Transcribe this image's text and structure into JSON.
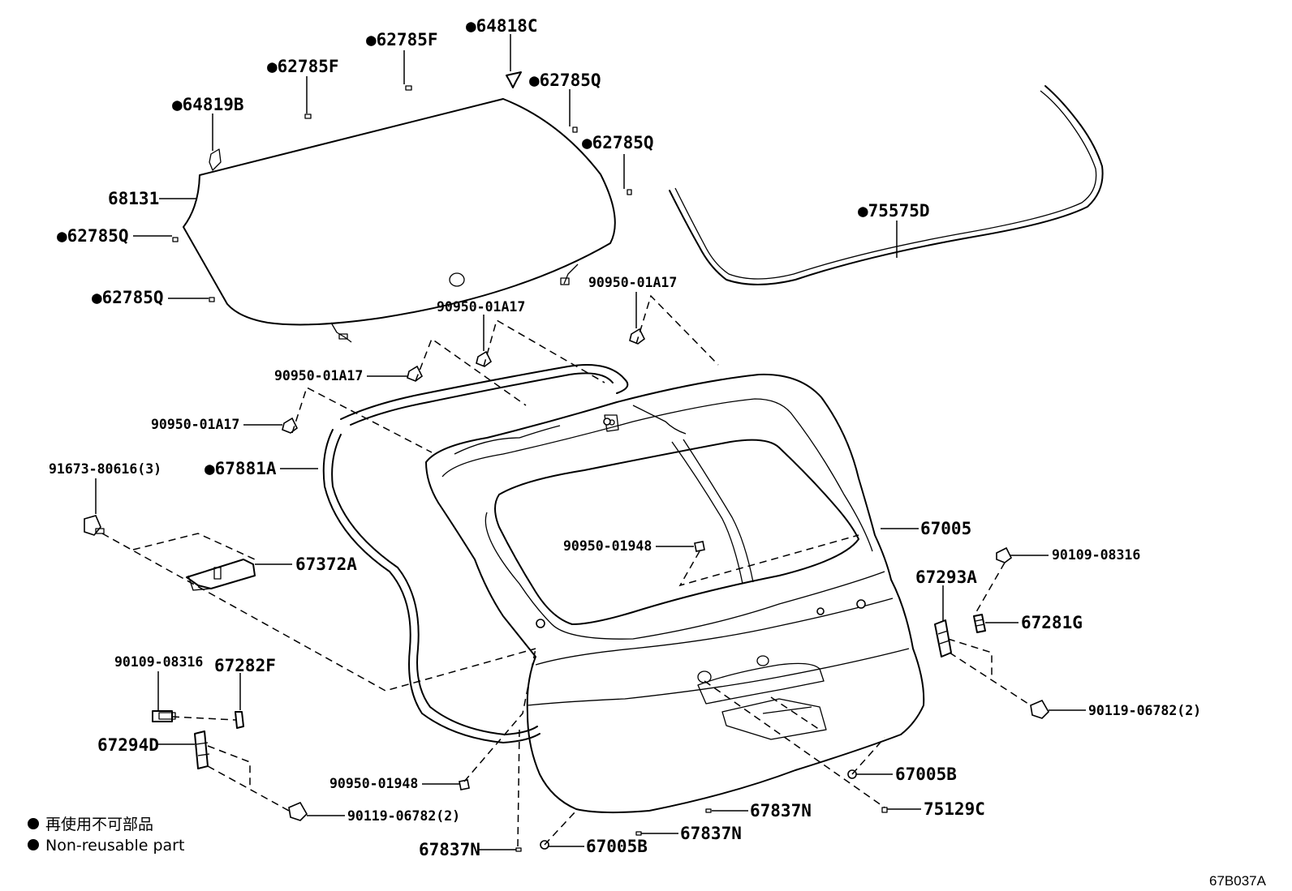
{
  "colors": {
    "line": "#000000",
    "background": "#ffffff"
  },
  "icons": {
    "non_reusable_marker": "filled-circle"
  },
  "labels": {
    "p64818C": "●64818C",
    "p62785F_a": "●62785F",
    "p62785F_b": "●62785F",
    "p62785Q_a": "●62785Q",
    "p62785Q_b": "●62785Q",
    "p64819B": "●64819B",
    "p68131": "68131",
    "p62785Q_c": "●62785Q",
    "p62785Q_d": "●62785Q",
    "p75575D": "●75575D",
    "p90950_01A17_a": "90950-01A17",
    "p90950_01A17_b": "90950-01A17",
    "p90950_01A17_c": "90950-01A17",
    "p90950_01A17_d": "90950-01A17",
    "p91673_80616": "91673-80616(3)",
    "p67881A": "●67881A",
    "p67372A": "67372A",
    "p67005": "67005",
    "p90950_01948_a": "90950-01948",
    "p90109_08316_a": "90109-08316",
    "p67293A": "67293A",
    "p67281G": "67281G",
    "p90109_08316_b": "90109-08316",
    "p67282F": "67282F",
    "p90119_06782_a": "90119-06782(2)",
    "p67294D": "67294D",
    "p67005B_a": "67005B",
    "p90950_01948_b": "90950-01948",
    "p67837N_a": "67837N",
    "p75129C": "75129C",
    "p90119_06782_b": "90119-06782(2)",
    "p67837N_b": "67837N",
    "p67837N_c": "67837N",
    "p67005B_b": "67005B"
  },
  "legend": {
    "non_reusable_jp": "再使用不可部品",
    "non_reusable_en": "Non-reusable part"
  },
  "diagram_code": "67B037A"
}
